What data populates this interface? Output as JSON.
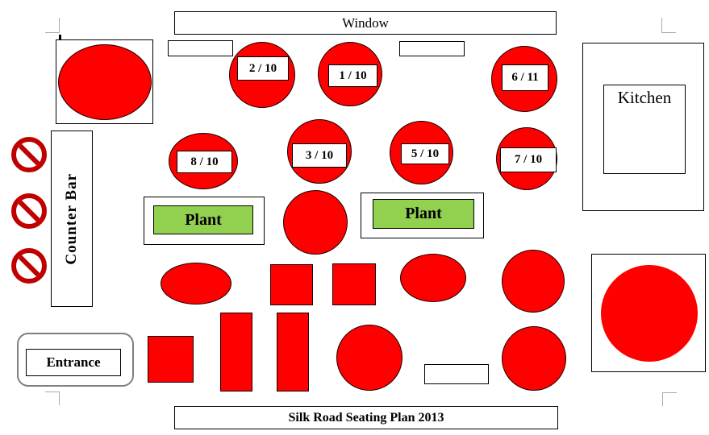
{
  "colors": {
    "table_red": "#fe0000",
    "plant_green": "#92d050",
    "no_entry_red": "#c00000",
    "outline_black": "#000000",
    "entrance_gray": "#7f7f7f",
    "corner_mark_gray": "#a9a9a9"
  },
  "window": {
    "label": "Window"
  },
  "kitchen": {
    "label": "Kitchen"
  },
  "counter_bar": {
    "label": "Counter Bar"
  },
  "entrance": {
    "label": "Entrance"
  },
  "plants": {
    "left": {
      "label": "Plant"
    },
    "right": {
      "label": "Plant"
    }
  },
  "footer": {
    "title": "Silk Road Seating Plan 2013"
  },
  "tables": [
    {
      "id": "table-2",
      "label": "2 / 10"
    },
    {
      "id": "table-1",
      "label": "1 / 10"
    },
    {
      "id": "table-6",
      "label": "6 / 11"
    },
    {
      "id": "table-8",
      "label": "8 / 10"
    },
    {
      "id": "table-3",
      "label": "3 / 10"
    },
    {
      "id": "table-5",
      "label": "5 / 10"
    },
    {
      "id": "table-7",
      "label": "7 / 10"
    }
  ],
  "icons": {
    "no_entry": "circle-with-diagonal-slash"
  }
}
